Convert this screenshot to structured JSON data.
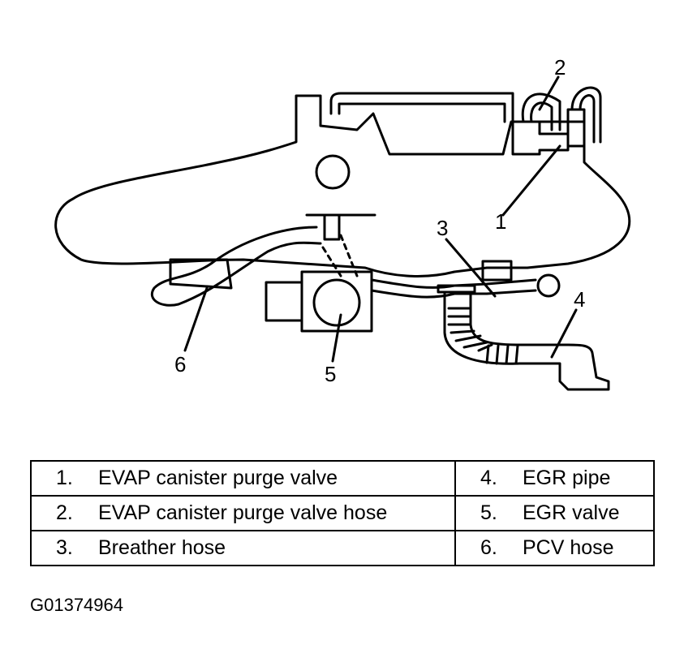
{
  "callouts": [
    "1",
    "2",
    "3",
    "4",
    "5",
    "6"
  ],
  "legend": {
    "rows": [
      [
        {
          "num": "1.",
          "label": "EVAP canister purge valve"
        },
        {
          "num": "4.",
          "label": "EGR pipe"
        }
      ],
      [
        {
          "num": "2.",
          "label": "EVAP canister purge valve hose"
        },
        {
          "num": "5.",
          "label": "EGR valve"
        }
      ],
      [
        {
          "num": "3.",
          "label": "Breather hose"
        },
        {
          "num": "6.",
          "label": "PCV hose"
        }
      ]
    ]
  },
  "figure_id": "G01374964"
}
